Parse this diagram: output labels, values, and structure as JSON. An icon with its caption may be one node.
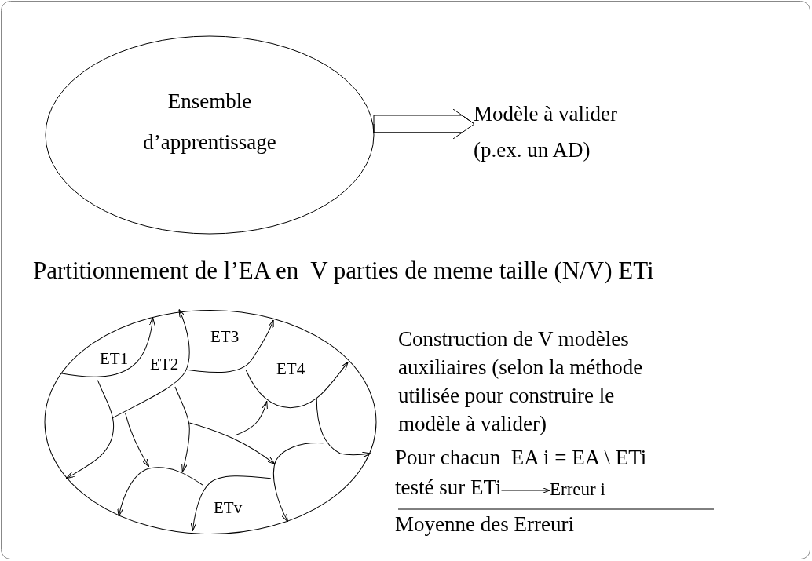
{
  "diagram": {
    "nodes": [
      {
        "text": [
          "Ensemble d’apprentissage"
        ]
      },
      {
        "text": [
          "Modèle à valider (p.ex. un AD)"
        ]
      },
      {
        "text": [
          "ET1",
          "ET2",
          "ET3",
          "ET4",
          "ETv"
        ]
      },
      {
        "text": [
          "testé sur ETi"
        ]
      },
      {
        "text": [
          "Erreur i"
        ]
      }
    ],
    "edges": [
      {
        "from": 0,
        "to": 1,
        "arrow": "to"
      },
      {
        "from": 3,
        "to": 4,
        "arrow": "to"
      }
    ],
    "labels": [
      "Partitionnement de l’EA en  V parties de meme taille (N/V) ETi",
      "Construction de V modèles auxiliaires (selon la méthode utilisée pour construire le modèle à valider)",
      "Pour chacun  EA i = EA \\ ETi",
      "Moyenne des Erreuri"
    ]
  }
}
